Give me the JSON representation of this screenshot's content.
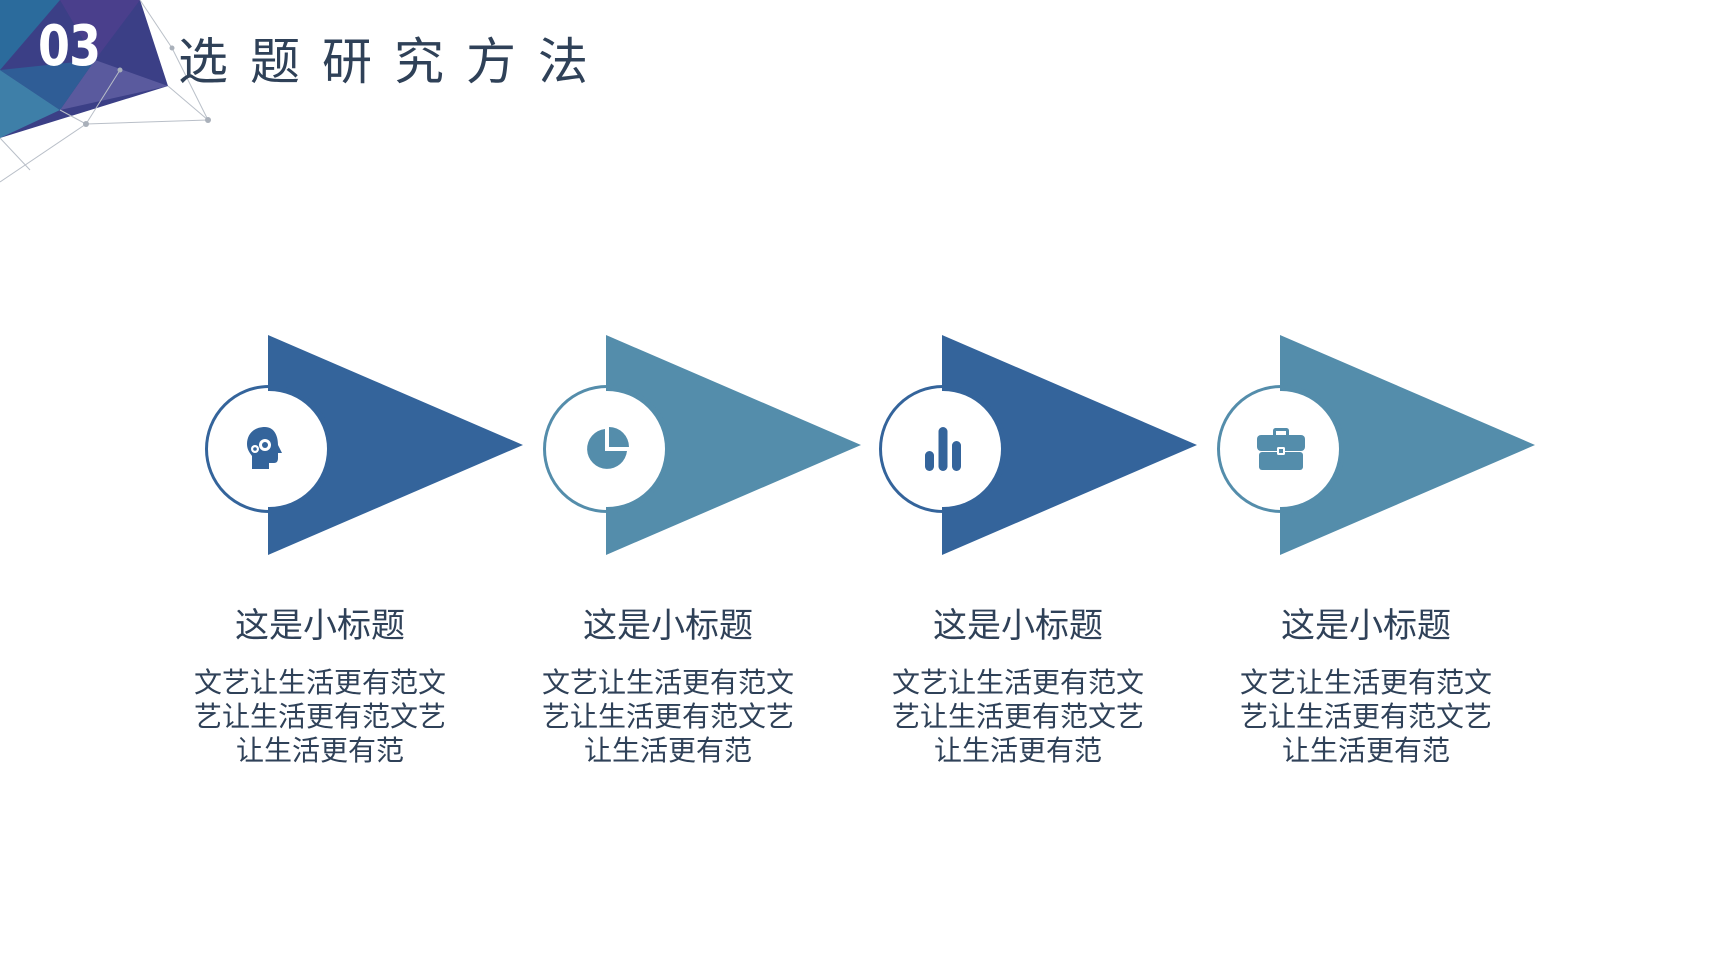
{
  "header": {
    "section_number": "03",
    "title": "选题研究方法"
  },
  "colors": {
    "dark_blue": "#34649b",
    "teal_blue": "#548dab",
    "text": "#2f4158"
  },
  "steps": [
    {
      "icon": "head-gears-icon",
      "color": "#34649b",
      "subtitle": "这是小标题",
      "body": "文艺让生活更有范文艺让生活更有范文艺让生活更有范"
    },
    {
      "icon": "pie-chart-icon",
      "color": "#548dab",
      "subtitle": "这是小标题",
      "body": "文艺让生活更有范文艺让生活更有范文艺让生活更有范"
    },
    {
      "icon": "bar-chart-icon",
      "color": "#34649b",
      "subtitle": "这是小标题",
      "body": "文艺让生活更有范文艺让生活更有范文艺让生活更有范"
    },
    {
      "icon": "briefcase-icon",
      "color": "#548dab",
      "subtitle": "这是小标题",
      "body": "文艺让生活更有范文艺让生活更有范文艺让生活更有范"
    }
  ]
}
